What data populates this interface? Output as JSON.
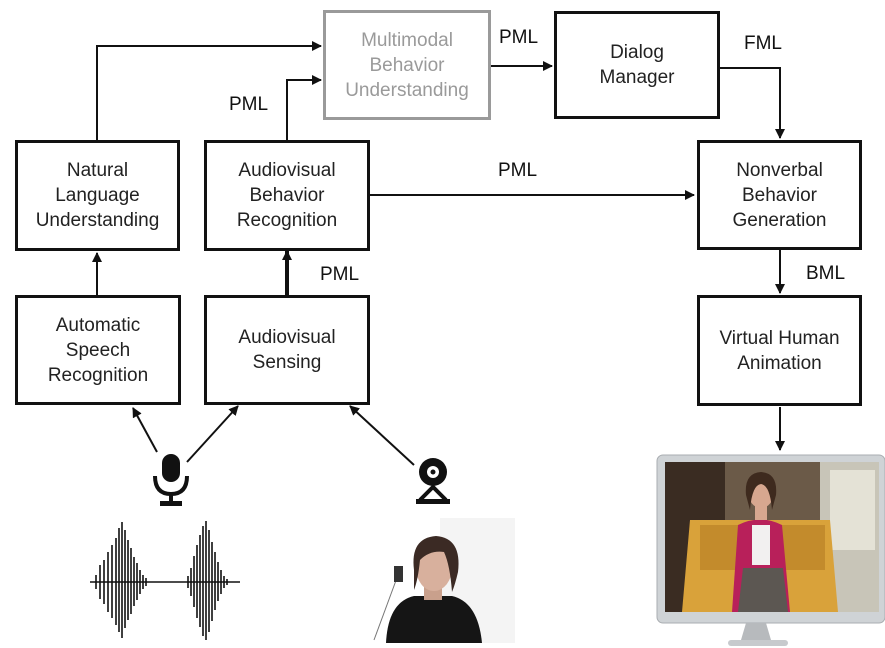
{
  "diagram": {
    "boxes": {
      "nlu": "Natural\nLanguage\nUnderstanding",
      "avbr": "Audiovisual\nBehavior\nRecognition",
      "mbu": "Multimodal\nBehavior\nUnderstanding",
      "dm": "Dialog\nManager",
      "nbg": "Nonverbal\nBehavior\nGeneration",
      "asr": "Automatic\nSpeech\nRecognition",
      "avs": "Audiovisual\nSensing",
      "vha": "Virtual Human\nAnimation"
    },
    "edge_labels": {
      "avbr_to_mbu": "PML",
      "mbu_to_dm": "PML",
      "dm_to_nbg": "FML",
      "avbr_to_nbg": "PML",
      "avs_to_avbr": "PML",
      "nbg_to_vha": "BML"
    },
    "icons": {
      "microphone": "microphone-icon",
      "webcam": "webcam-icon",
      "waveform": "audio-waveform",
      "person": "person-photo",
      "monitor": "monitor-virtual-human"
    }
  }
}
